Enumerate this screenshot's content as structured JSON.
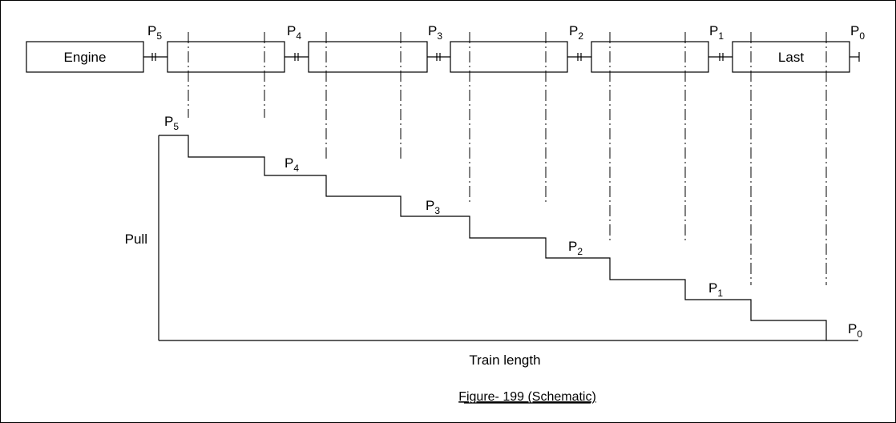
{
  "train": {
    "engine_label": "Engine",
    "last_label": "Last"
  },
  "coupling_labels": [
    {
      "main": "P",
      "sub": "5"
    },
    {
      "main": "P",
      "sub": "4"
    },
    {
      "main": "P",
      "sub": "3"
    },
    {
      "main": "P",
      "sub": "2"
    },
    {
      "main": "P",
      "sub": "1"
    },
    {
      "main": "P",
      "sub": "0"
    }
  ],
  "graph": {
    "y_axis_label": "Pull",
    "x_axis_label": "Train length",
    "step_labels": [
      {
        "main": "P",
        "sub": "5"
      },
      {
        "main": "P",
        "sub": "4"
      },
      {
        "main": "P",
        "sub": "3"
      },
      {
        "main": "P",
        "sub": "2"
      },
      {
        "main": "P",
        "sub": "1"
      },
      {
        "main": "P",
        "sub": "0"
      }
    ]
  },
  "caption": "Figure- 199 (Schematic)"
}
